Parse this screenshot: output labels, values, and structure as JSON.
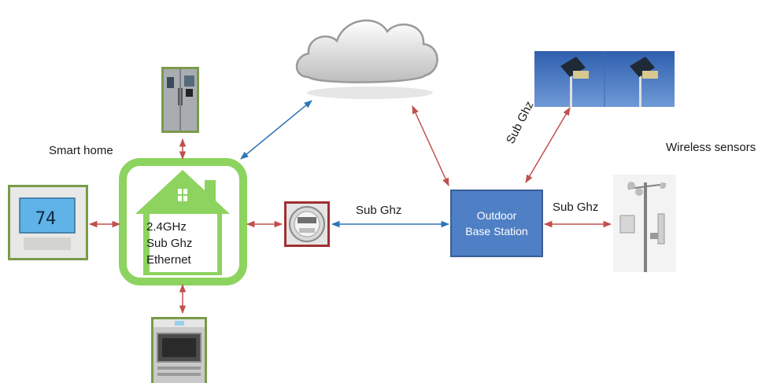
{
  "labels": {
    "smart_home": "Smart home",
    "wireless_sensors": "Wireless sensors",
    "sub_ghz_meter_link": "Sub Ghz",
    "sub_ghz_weather_link": "Sub Ghz",
    "sub_ghz_solar_link": "Sub Ghz"
  },
  "hub": {
    "lines": [
      "2.4GHz",
      "Sub Ghz",
      "Ethernet"
    ]
  },
  "base_station": {
    "lines": [
      "Outdoor",
      "Base Station"
    ]
  },
  "thermostat": {
    "display": "74"
  },
  "colors": {
    "hub_green": "#8dd35f",
    "link_red": "#c0504d",
    "link_blue": "#2e75b6",
    "base_station_blue": "#4f7fc5",
    "cloud_gray": "#c8c8c8"
  },
  "icons": [
    "cloud-icon",
    "refrigerator-icon",
    "thermostat-icon",
    "oven-icon",
    "smart-meter-icon",
    "solar-sensor-icon",
    "weather-station-icon",
    "house-icon"
  ]
}
